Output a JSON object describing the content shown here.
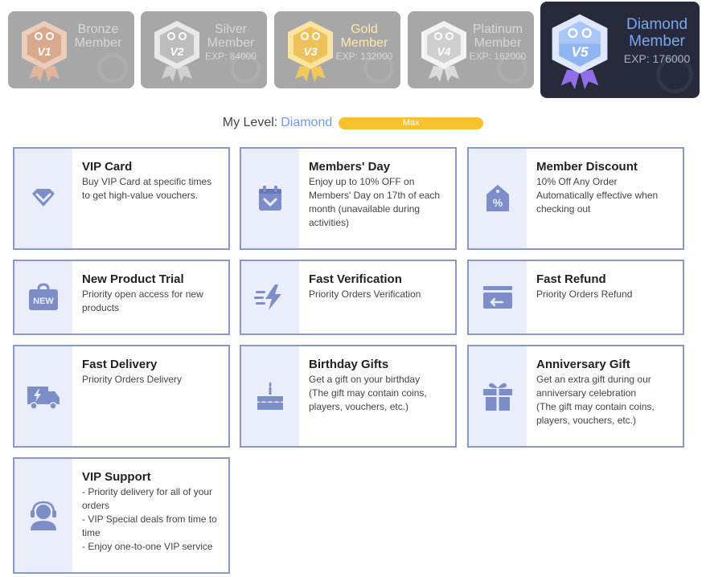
{
  "tiers": [
    {
      "name": "Bronze Member",
      "exp": "",
      "badge": "V1"
    },
    {
      "name": "Silver Member",
      "exp": "EXP: 84000",
      "badge": "V2"
    },
    {
      "name": "Gold Member",
      "exp": "EXP: 132000",
      "badge": "V3"
    },
    {
      "name": "Platinum Member",
      "exp": "EXP: 162000",
      "badge": "V4"
    },
    {
      "name": "Diamond Member",
      "exp": "EXP: 176000",
      "badge": "V5"
    }
  ],
  "level": {
    "label": "My Level:",
    "value": "Diamond",
    "bar_text": "Max"
  },
  "colors": {
    "accent": "#6f9bea",
    "card_border": "#8a98c6",
    "icon": "#7d8dc8",
    "bar": "#f7c22c"
  },
  "benefits": [
    {
      "title": "VIP Card",
      "icon": "diamond-icon",
      "lines": [
        "Buy VIP Card at specific times to get high-value vouchers."
      ]
    },
    {
      "title": "Members' Day",
      "icon": "calendar-icon",
      "lines": [
        "Enjoy up to 10% OFF on Members' Day on 17th of each month (unavailable during activities)"
      ]
    },
    {
      "title": "Member Discount",
      "icon": "percent-tag-icon",
      "lines": [
        "10% Off Any Order",
        "Automatically effective when checking out"
      ]
    },
    {
      "title": "New Product Trial",
      "icon": "new-bag-icon",
      "lines": [
        "Priority open access for new products"
      ]
    },
    {
      "title": "Fast Verification",
      "icon": "lightning-icon",
      "lines": [
        "Priority Orders Verification"
      ]
    },
    {
      "title": "Fast Refund",
      "icon": "refund-icon",
      "lines": [
        "Priority Orders Refund"
      ]
    },
    {
      "title": "Fast Delivery",
      "icon": "delivery-truck-icon",
      "lines": [
        "Priority Orders Delivery"
      ]
    },
    {
      "title": "Birthday Gifts",
      "icon": "cake-icon",
      "lines": [
        "Get a gift on your birthday",
        "(The gift may contain coins, players, vouchers, etc.)"
      ]
    },
    {
      "title": "Anniversary Gift",
      "icon": "gift-icon",
      "lines": [
        "Get an extra gift during our anniversary celebration",
        "(The gift may contain coins, players, vouchers, etc.)"
      ]
    },
    {
      "title": "VIP Support",
      "icon": "headset-icon",
      "lines": [
        "- Priority delivery for all of your orders",
        "- VIP Special deals from time to time",
        "- Enjoy one-to-one VIP service"
      ]
    }
  ]
}
